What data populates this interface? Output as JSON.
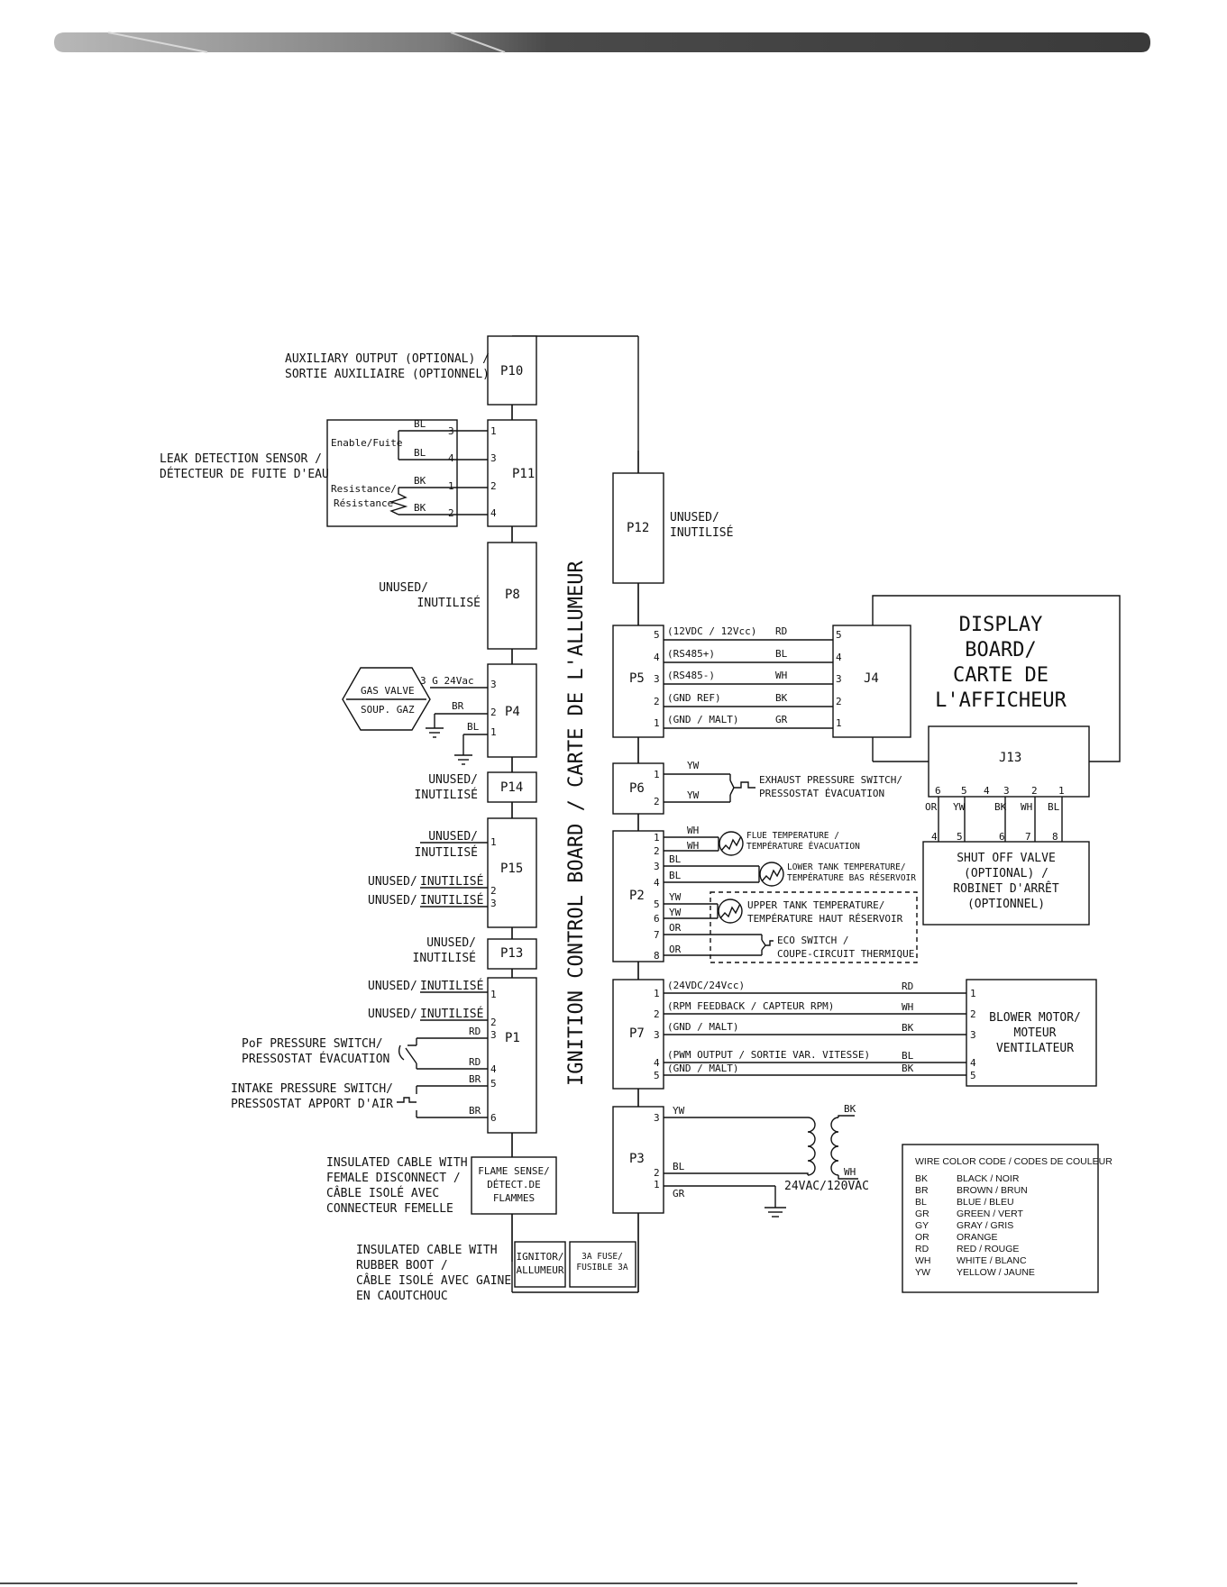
{
  "board": {
    "title": "IGNITION CONTROL BOARD / CARTE DE L'ALLUMEUR"
  },
  "left": {
    "p10": "P10",
    "aux_1": "AUXILIARY OUTPUT (OPTIONAL) /",
    "aux_2": "SORTIE AUXILIAIRE (OPTIONNEL)",
    "p11": "P11",
    "leak_1": "LEAK DETECTION SENSOR /",
    "leak_2": "DÉTECTEUR DE FUITE D'EAU",
    "enable": "Enable/Fuite",
    "res_1": "Resistance/",
    "res_2": "Résistance",
    "p8": "P8",
    "p4": "P4",
    "gas_1": "GAS VALVE",
    "gas_2": "SOUP. GAZ",
    "g24": "3  G  24Vac",
    "p14": "P14",
    "p15": "P15",
    "p13": "P13",
    "p1": "P1",
    "unused": "UNUSED/",
    "inutilise": "INUTILISÉ",
    "unused_inline": "UNUSED/",
    "pof_1": "PoF PRESSURE SWITCH/",
    "pof_2": "PRESSOSTAT ÉVACUATION",
    "intake_1": "INTAKE PRESSURE SWITCH/",
    "intake_2": "PRESSOSTAT APPORT D'AIR",
    "flame_1": "FLAME SENSE/",
    "flame_2": "DÉTECT.DE",
    "flame_3": "FLAMMES",
    "ins1_1": "INSULATED CABLE WITH",
    "ins1_2": "FEMALE DISCONNECT /",
    "ins1_3": "CÂBLE ISOLÉ AVEC",
    "ins1_4": "CONNECTEUR FEMELLE",
    "ins2_1": "INSULATED CABLE WITH",
    "ins2_2": "RUBBER BOOT /",
    "ins2_3": "CÂBLE ISOLÉ AVEC GAINE",
    "ins2_4": "EN CAOUTCHOUC",
    "ign_1": "IGNITOR/",
    "ign_2": "ALLUMEUR",
    "fuse_1": "3A FUSE/",
    "fuse_2": "FUSIBLE 3A"
  },
  "right": {
    "p12": "P12",
    "p12_1": "UNUSED/",
    "p12_2": "INUTILISÉ",
    "p5": "P5",
    "j4": "J4",
    "p5_5": "(12VDC / 12Vcc)",
    "p5_4": "(RS485+)",
    "p5_3": "(RS485-)",
    "p5_2": "(GND REF)",
    "p5_1": "(GND / MALT)",
    "disp_1": "DISPLAY",
    "disp_2": "BOARD/",
    "disp_3": "CARTE DE",
    "disp_4": "L'AFFICHEUR",
    "j13": "J13",
    "p6": "P6",
    "exh_1": "EXHAUST PRESSURE SWITCH/",
    "exh_2": "PRESSOSTAT ÉVACUATION",
    "p2": "P2",
    "flue_1": "FLUE TEMPERATURE /",
    "flue_2": "TEMPÉRATURE ÉVACUATION",
    "lower_1": "LOWER TANK TEMPERATURE/",
    "lower_2": "TEMPÉRATURE BAS RÉSERVOIR",
    "upper_1": "UPPER TANK TEMPERATURE/",
    "upper_2": "TEMPÉRATURE HAUT RÉSERVOIR",
    "eco_1": "ECO SWITCH /",
    "eco_2": "COUPE-CIRCUIT THERMIQUE",
    "shut_1": "SHUT OFF VALVE",
    "shut_2": "(OPTIONAL) /",
    "shut_3": "ROBINET D'ARRÊT",
    "shut_4": "(OPTIONNEL)",
    "p7": "P7",
    "p7_1": "(24VDC/24Vcc)",
    "p7_2": "(RPM FEEDBACK / CAPTEUR RPM)",
    "p7_3": "(GND / MALT)",
    "p7_4": "(PWM OUTPUT / SORTIE  VAR. VITESSE)",
    "p7_5": "(GND / MALT)",
    "blow_1": "BLOWER MOTOR/",
    "blow_2": "MOTEUR",
    "blow_3": "VENTILATEUR",
    "p3": "P3",
    "vac": "24VAC/120VAC"
  },
  "legend": {
    "title": "WIRE COLOR CODE / CODES DE COULEUR",
    "rows": [
      {
        "code": "BK",
        "name": "BLACK / NOIR"
      },
      {
        "code": "BR",
        "name": "BROWN / BRUN"
      },
      {
        "code": "BL",
        "name": "BLUE / BLEU"
      },
      {
        "code": "GR",
        "name": "GREEN / VERT"
      },
      {
        "code": "GY",
        "name": "GRAY / GRIS"
      },
      {
        "code": "OR",
        "name": "ORANGE"
      },
      {
        "code": "RD",
        "name": "RED / ROUGE"
      },
      {
        "code": "WH",
        "name": "WHITE / BLANC"
      },
      {
        "code": "YW",
        "name": "YELLOW / JAUNE"
      }
    ]
  },
  "wires": {
    "BK": "BK",
    "BR": "BR",
    "BL": "BL",
    "GR": "GR",
    "OR": "OR",
    "RD": "RD",
    "WH": "WH",
    "YW": "YW"
  },
  "pins": {
    "1": "1",
    "2": "2",
    "3": "3",
    "4": "4",
    "5": "5",
    "6": "6",
    "7": "7",
    "8": "8"
  }
}
